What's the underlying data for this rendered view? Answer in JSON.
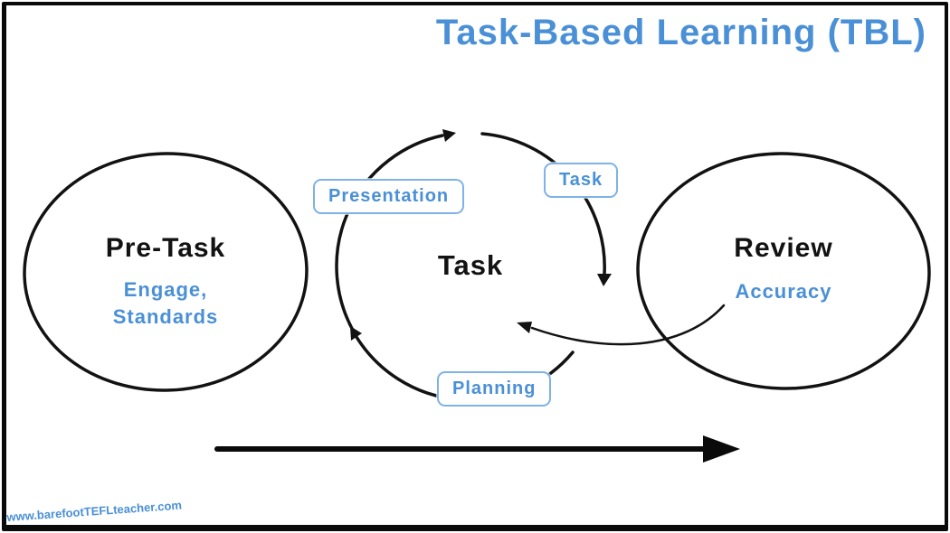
{
  "page": {
    "title": "Task-Based Learning (TBL)",
    "watermark": "www.barefootTEFLteacher.com"
  },
  "colors": {
    "accent_blue": "#4a90d6",
    "box_border_blue": "#7fb2e5",
    "ink_black": "#121212"
  },
  "left_ellipse": {
    "title": "Pre-Task",
    "subtitle_line1": "Engage,",
    "subtitle_line2": "Standards"
  },
  "cycle": {
    "center_label": "Task",
    "stages": [
      {
        "label": "Presentation"
      },
      {
        "label": "Task"
      },
      {
        "label": "Planning"
      }
    ]
  },
  "right_ellipse": {
    "title": "Review",
    "subtitle": "Accuracy"
  }
}
